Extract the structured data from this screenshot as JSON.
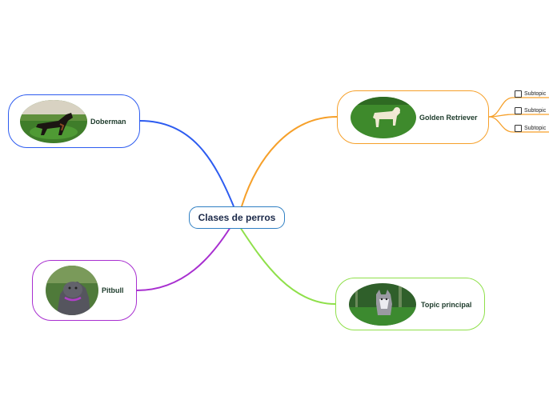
{
  "central": {
    "label": "Clases de perros"
  },
  "topics": {
    "doberman": {
      "label": "Doberman",
      "color": "#2d5cf0",
      "photo": "doberman-photo"
    },
    "golden": {
      "label": "Golden Retriever",
      "color": "#f6a02a",
      "photo": "golden-retriever-photo"
    },
    "pitbull": {
      "label": "Pitbull",
      "color": "#a82fd0",
      "photo": "pitbull-photo"
    },
    "principal": {
      "label": "Topic principal",
      "color": "#8fe04a",
      "photo": "husky-photo"
    }
  },
  "subtopics": [
    {
      "label": "Subtopic"
    },
    {
      "label": "Subtopic"
    },
    {
      "label": "Subtopic"
    }
  ]
}
